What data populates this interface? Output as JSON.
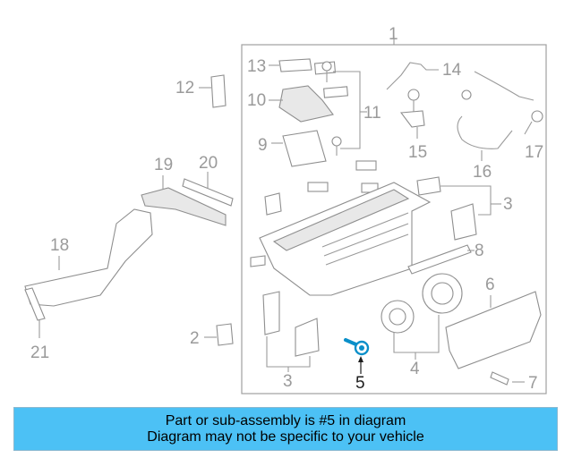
{
  "diagram": {
    "callouts": {
      "c1": "1",
      "c2": "2",
      "c3a": "3",
      "c3b": "3",
      "c4": "4",
      "c5": "5",
      "c6": "6",
      "c7": "7",
      "c8": "8",
      "c9": "9",
      "c10": "10",
      "c11": "11",
      "c12": "12",
      "c13": "13",
      "c14": "14",
      "c15": "15",
      "c16": "16",
      "c17": "17",
      "c18": "18",
      "c19": "19",
      "c20": "20",
      "c21": "21"
    },
    "highlight_part": "5",
    "colors": {
      "highlight": "#0a8fc9",
      "banner": "#4cc1f5",
      "linework": "#8f8f8f"
    }
  },
  "banner": {
    "line1": "Part or sub-assembly is #5 in diagram",
    "line2": "Diagram may not be specific to your vehicle"
  }
}
